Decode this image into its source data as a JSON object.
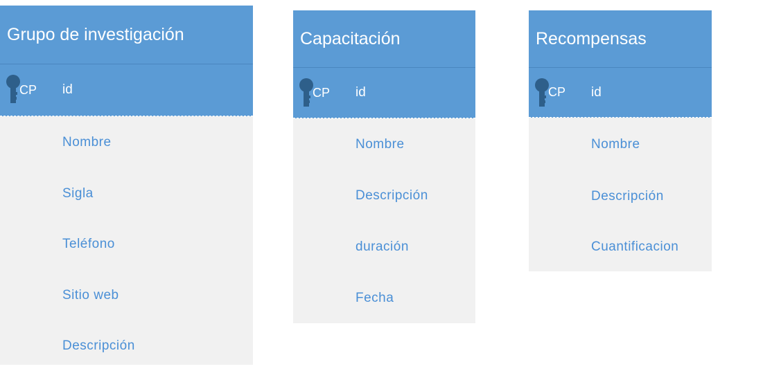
{
  "entities": [
    {
      "title": "Grupo de investigación",
      "key_tag": "CP",
      "key_field": "id",
      "attributes": [
        "Nombre",
        "Sigla",
        "Teléfono",
        "Sitio web",
        "Descripción"
      ]
    },
    {
      "title": "Capacitación",
      "key_tag": "CP",
      "key_field": "id",
      "attributes": [
        "Nombre",
        "Descripción",
        "duración",
        "Fecha"
      ]
    },
    {
      "title": "Recompensas",
      "key_tag": "CP",
      "key_field": "id",
      "attributes": [
        "Nombre",
        "Descripción",
        "Cuantificacion"
      ]
    }
  ],
  "colors": {
    "header": "#5b9bd5",
    "key_icon": "#2e5f8a",
    "attribute_text": "#4a8fd6",
    "body": "#f1f1f1"
  }
}
